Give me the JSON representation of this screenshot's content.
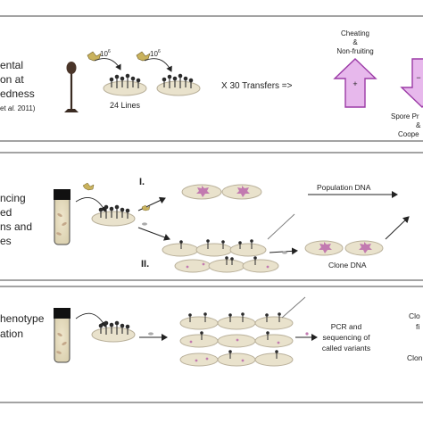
{
  "panel1": {
    "title_lines": [
      "ental",
      "on at",
      "edness"
    ],
    "citation_prefix": "et",
    "citation_italic": "al.",
    "citation_year": "2011)",
    "count_a": "10",
    "count_a_exp": "6",
    "count_b": "10",
    "count_b_exp": "6",
    "lines_label": "24 Lines",
    "transfers_label": "X 30 Transfers =>",
    "up_arrow_label_1": "Cheating",
    "up_arrow_label_2": "&",
    "up_arrow_label_3": "Non-fruiting",
    "up_arrow_sign": "+",
    "down_arrow_sign": "−",
    "down_label_1": "Spore Pr",
    "down_label_2": "&",
    "down_label_3": "Coope"
  },
  "panel2": {
    "title_lines": [
      "ncing",
      "ed",
      "ns and",
      "es"
    ],
    "roman_1": "I.",
    "roman_2": "II.",
    "population_dna": "Population DNA",
    "clone_dna": "Clone DNA"
  },
  "panel3": {
    "title_lines": [
      "henotype",
      "ation"
    ],
    "pcr_line_1": "PCR and",
    "pcr_line_2": "sequencing of",
    "pcr_line_3": "called variants",
    "right_1": "Clo",
    "right_2": "fi",
    "right_3": "Clon"
  },
  "colors": {
    "dish_fill": "#e9e2cc",
    "dish_edge": "#b9b09a",
    "arrow_fill": "#e7b8ec",
    "arrow_edge": "#9b3aa6",
    "aggregate": "#c27ab0",
    "fruiting_body": "#2b2b2b",
    "panel_border": "#666666"
  }
}
